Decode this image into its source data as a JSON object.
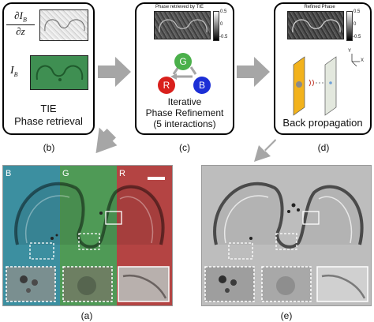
{
  "panels": {
    "b": {
      "math_top": "∂I",
      "math_top_sub": "B",
      "math_bottom": "∂z",
      "math_ib": "I",
      "math_ib_sub": "B",
      "title_line1": "TIE",
      "title_line2": "Phase retrieval",
      "label": "(b)"
    },
    "c": {
      "caption": "Phase retrieved by TIE",
      "colorbar_ticks": [
        "0.5",
        "0",
        "-0.5"
      ],
      "node_g": "G",
      "node_r": "R",
      "node_b": "B",
      "title_line1": "Iterative",
      "title_line2": "Phase Refinement",
      "title_line3": "(5 interactions)",
      "label": "(c)"
    },
    "d": {
      "caption": "Refined Phase",
      "colorbar_ticks": [
        "0.5",
        "0",
        "-0.5"
      ],
      "axis_y": "Y",
      "axis_x": "X",
      "title": "Back propagation",
      "label": "(d)"
    },
    "a": {
      "channel_b": "B",
      "channel_g": "G",
      "channel_r": "R",
      "label": "(a)"
    },
    "e": {
      "label": "(e)"
    }
  },
  "colors": {
    "arrow": "#a6a6a6",
    "node_g": "#4bb04b",
    "node_r": "#d9201c",
    "node_b": "#1c2fd6",
    "tint_b": "#3c8fa0",
    "tint_g": "#4f9a56",
    "tint_r": "#b44443",
    "ib_green": "#3f8f52",
    "plane_orange": "#f2b21c"
  }
}
